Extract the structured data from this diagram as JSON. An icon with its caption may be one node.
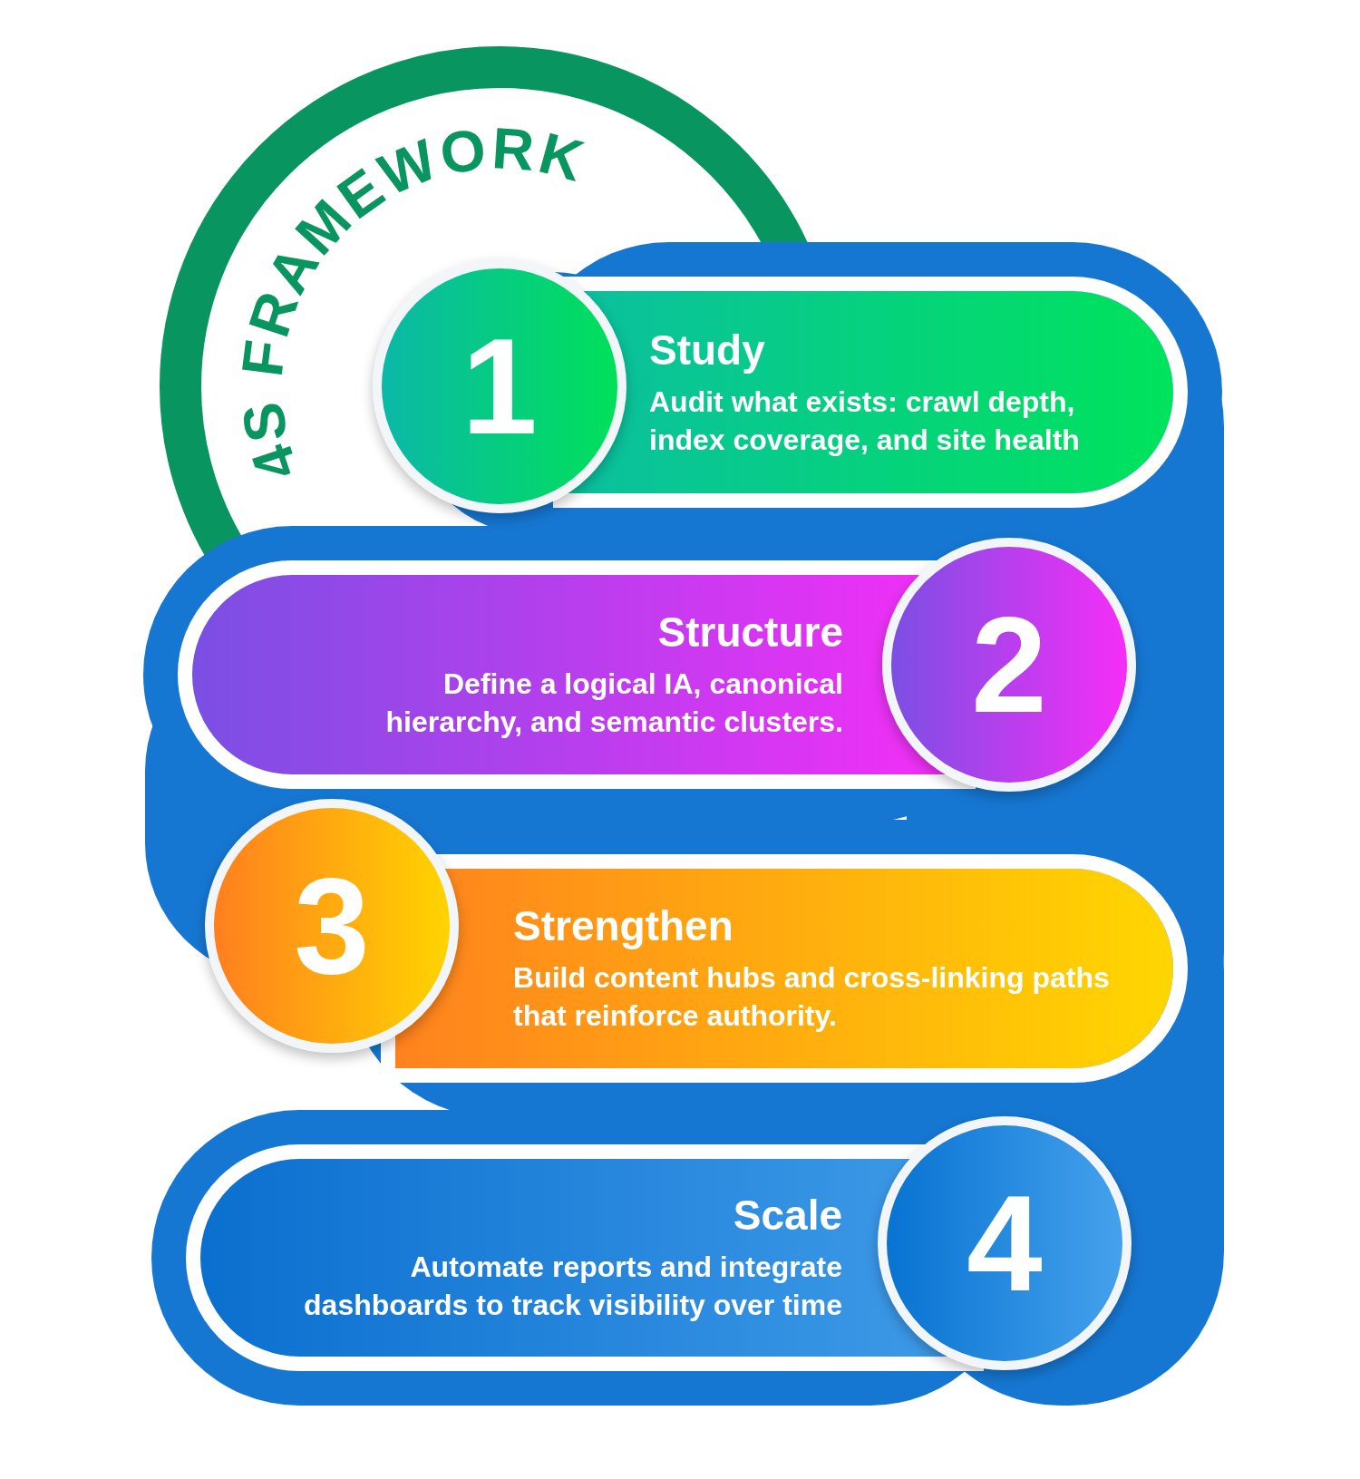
{
  "diagram": {
    "title": "4S FRAMEWORK",
    "nodes": [
      {
        "text": [
          "1"
        ]
      },
      {
        "text": [
          "Study",
          "Audit what exists: crawl depth, index coverage, and site health"
        ]
      },
      {
        "text": [
          "Structure",
          "Define a logical IA, canonical hierarchy, and semantic clusters."
        ]
      },
      {
        "text": [
          "2"
        ]
      },
      {
        "text": [
          "3"
        ]
      },
      {
        "text": [
          "Strengthen",
          "Build content hubs and cross-linking paths that reinforce authority."
        ]
      },
      {
        "text": [
          "Scale",
          "Automate reports and integrate dashboards to track visibility over time"
        ]
      },
      {
        "text": [
          "4"
        ]
      }
    ],
    "edges": []
  }
}
